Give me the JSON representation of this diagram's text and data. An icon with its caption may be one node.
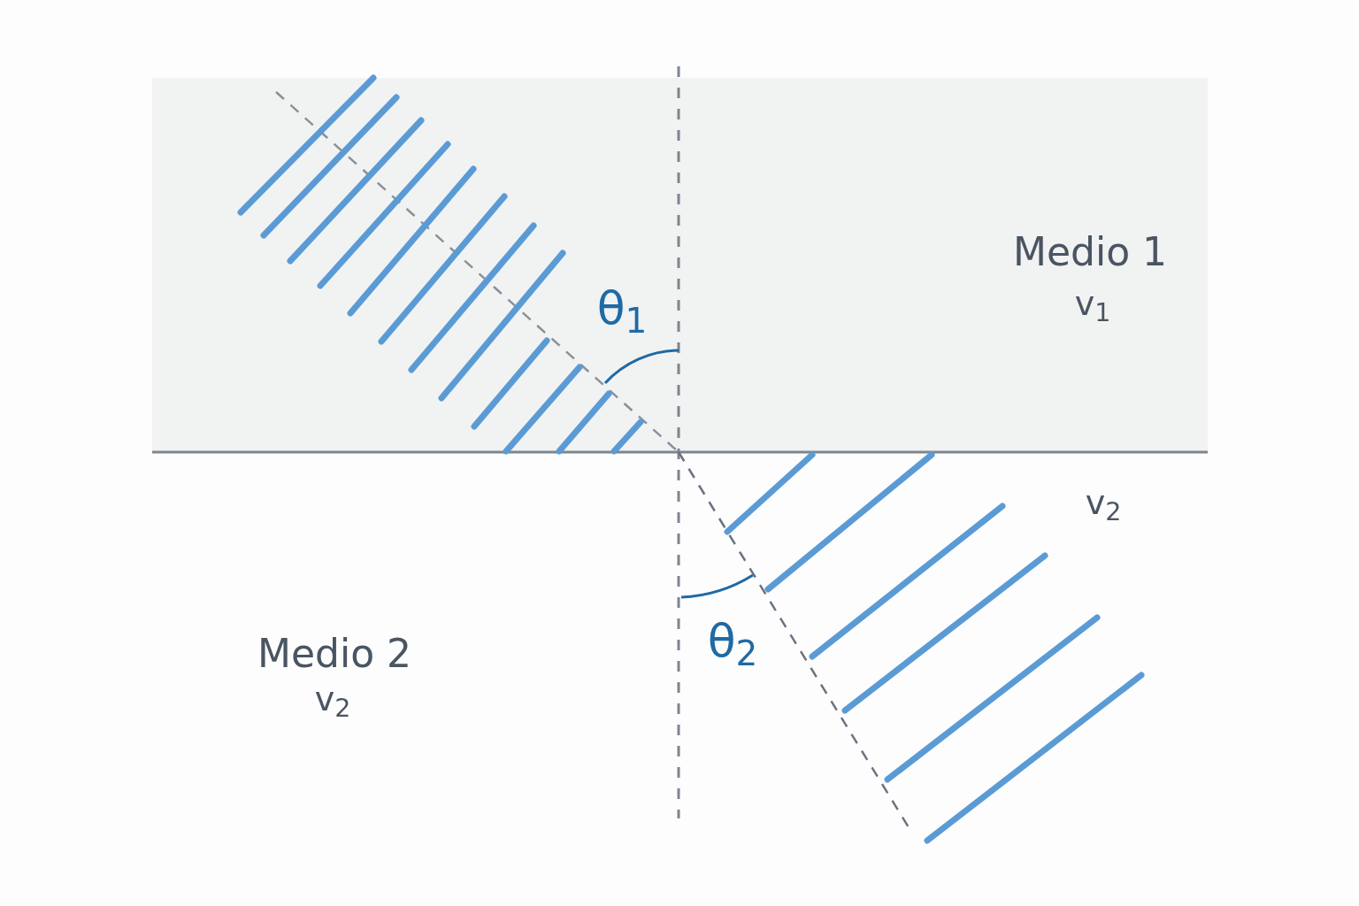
{
  "diagram": {
    "nodes": [
      {
        "text": [
          "Medio 1",
          "v$_{1}$"
        ]
      }
    ],
    "labels": [
      "θ$_{1}$",
      "v$_{2}$",
      "θ$_{2}$",
      "Medio 2",
      "v$_{2}$"
    ]
  }
}
